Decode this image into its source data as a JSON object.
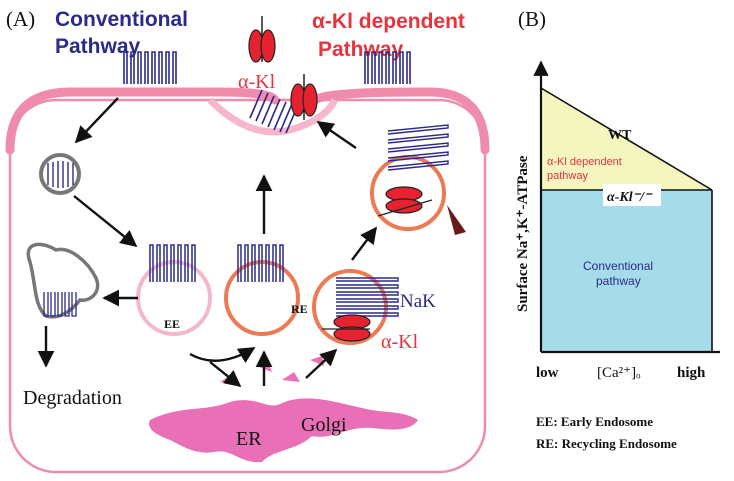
{
  "panel_a": {
    "label": "(A)",
    "conventional_title_line1": "Conventional",
    "conventional_title_line2": "Pathway",
    "aklotho_title_line1": "α-Kl dependent",
    "aklotho_title_line2": "Pathway",
    "aklotho_label_top": "α-Kl",
    "ee_label": "EE",
    "re_label": "RE",
    "nak_label": "NaK",
    "aklotho_label_bottom": "α-Kl",
    "degradation_label": "Degradation",
    "er_label": "ER",
    "golgi_label": "Golgi"
  },
  "panel_b": {
    "label": "(B)",
    "y_axis_label": "Surface Na⁺,K⁺-ATPase",
    "x_low": "low",
    "x_mid": "[Ca²⁺]ₒ",
    "x_high": "high",
    "wt_label": "WT",
    "aklotho_region_line1": "α-Kl dependent",
    "aklotho_region_line2": "pathway",
    "knockout_label": "α-Kl⁻/⁻",
    "conventional_region_line1": "Conventional",
    "conventional_region_line2": "pathway"
  },
  "legend": {
    "ee_def": "EE: Early Endosome",
    "re_def": "RE: Recycling Endosome"
  },
  "colors": {
    "navy": "#2a2a8a",
    "red": "#e8323c",
    "pink_membrane": "#f08cab",
    "golgi": "#e96fb6",
    "cyan_region": "#a6dcea",
    "yellow_region": "#f5f5c0"
  }
}
